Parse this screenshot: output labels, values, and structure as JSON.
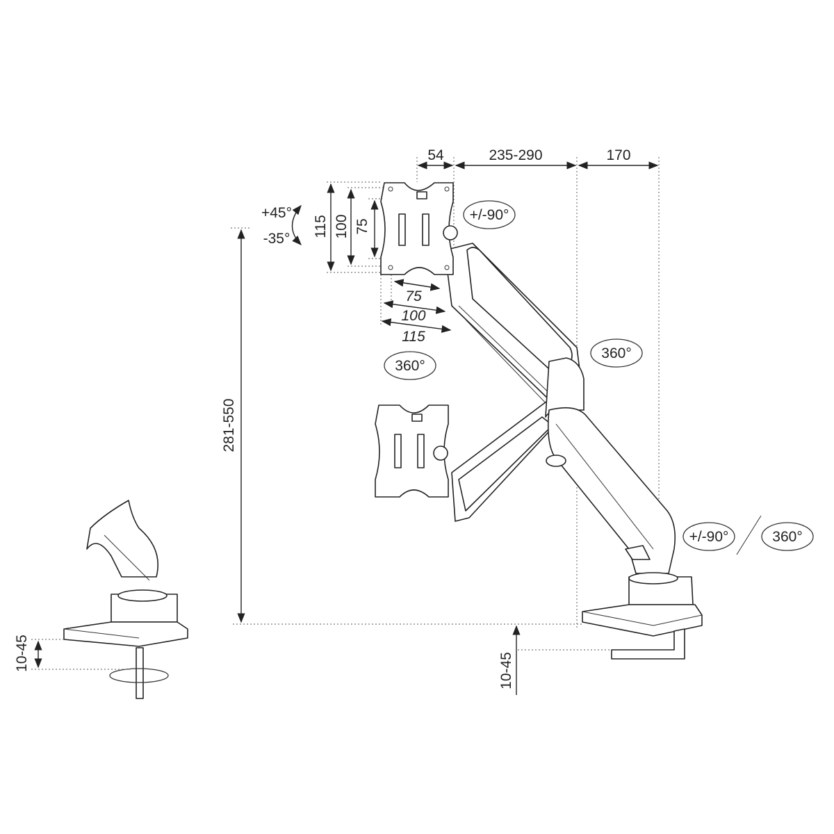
{
  "dimensions": {
    "top_offset": "54",
    "arm_reach": "235-290",
    "base_offset": "170",
    "height_range": "281-550",
    "clamp_thickness_right": "10-45",
    "clamp_thickness_left": "10-45"
  },
  "vesa": {
    "vertical": [
      "115",
      "100",
      "75"
    ],
    "horizontal": [
      "75",
      "100",
      "115"
    ]
  },
  "rotations": {
    "tilt_up": "+45°",
    "tilt_down": "-35°",
    "swivel_head": "+/-90°",
    "rotate_head": "360°",
    "rotate_pole": "360°",
    "base_swivel": "+/-90°",
    "base_rotate": "360°"
  }
}
